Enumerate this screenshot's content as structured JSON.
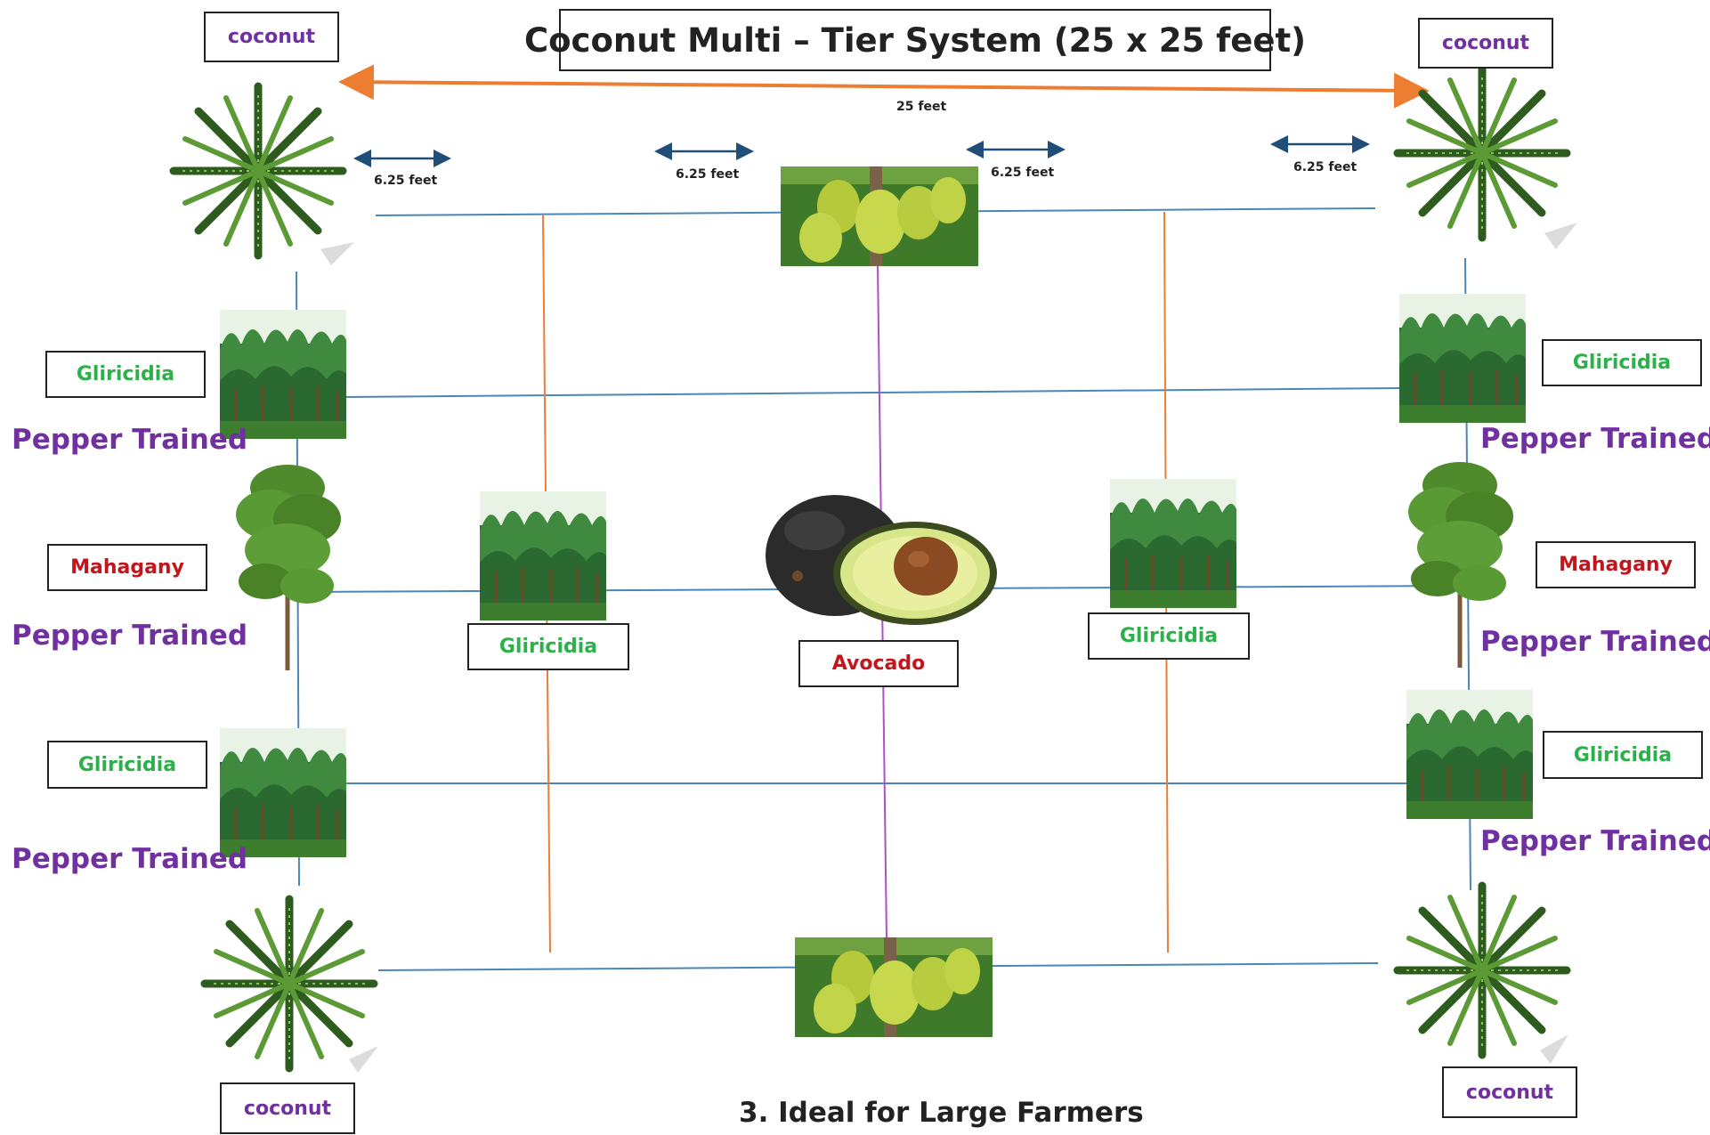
{
  "title": "Coconut Multi – Tier System (25 x 25 feet)",
  "dimensions": {
    "total": "25 feet",
    "spacing": [
      "6.25 feet",
      "6.25 feet",
      "6.25 feet",
      "6.25 feet"
    ]
  },
  "labels": {
    "coconut_tl": "coconut",
    "coconut_tr": "coconut",
    "coconut_bl": "coconut",
    "coconut_br": "coconut",
    "gliricidia_l1": "Gliricidia",
    "gliricidia_r1": "Gliricidia",
    "gliricidia_l2": "Gliricidia",
    "gliricidia_r2": "Gliricidia",
    "gliricidia_c1": "Gliricidia",
    "gliricidia_c2": "Gliricidia",
    "mahogany_l": "Mahagany",
    "mahogany_r": "Mahagany",
    "avocado": "Avocado",
    "pepper": [
      "Pepper Trained",
      "Pepper Trained",
      "Pepper Trained",
      "Pepper Trained",
      "Pepper Trained",
      "Pepper Trained"
    ]
  },
  "footer": "3. Ideal for Large Farmers",
  "colors": {
    "label_purple": "#7030a0",
    "label_green": "#2bb04a",
    "label_red": "#c0161c",
    "arrow_orange": "#ed7d31",
    "arrow_blue": "#1f4e79",
    "line_blue": "#4a86b8",
    "line_orange": "#ed7d31",
    "line_purple": "#b04fc9"
  },
  "icons": [
    "coconut-palm-icon",
    "gliricidia-trees-icon",
    "mahogany-tree-icon",
    "jackfruit-icon",
    "avocado-icon"
  ]
}
